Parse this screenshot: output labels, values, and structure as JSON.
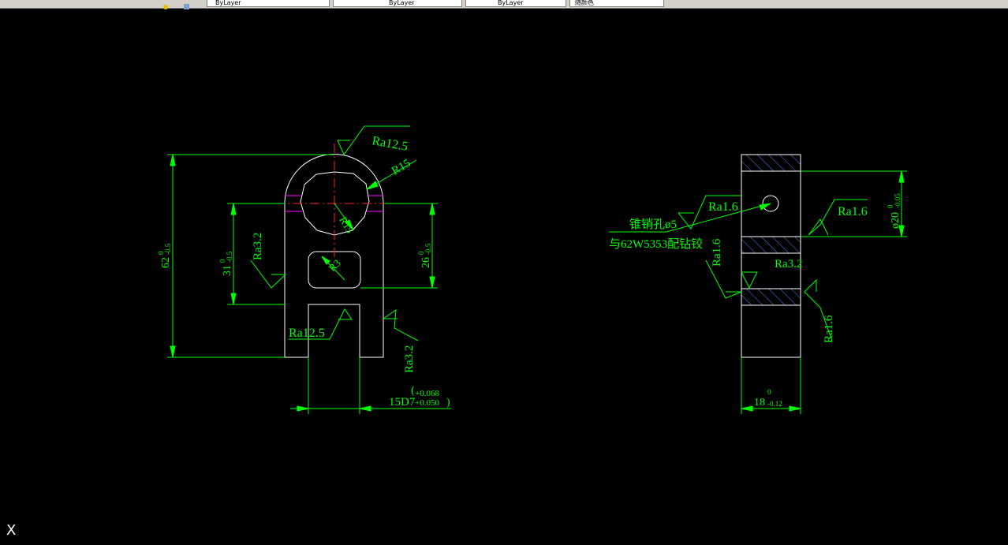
{
  "toolbar": {
    "layer_combo": "ByLayer",
    "linetype_combo": "ByLayer",
    "lineweight_combo": "ByLayer",
    "plotstyle_combo": "随颜色"
  },
  "front_view": {
    "surface_top": "Ra12.5",
    "radius_outer": "R15",
    "radius_inner": "R15",
    "radius_slot": "R3",
    "dim_height_62": "62",
    "dim_height_62_tol_upper": "0",
    "dim_height_62_tol_lower": "-0.5",
    "dim_31": "31",
    "dim_31_tol_upper": "0",
    "dim_31_tol_lower": "-0.5",
    "dim_26": "26",
    "dim_26_tol_upper": "0",
    "dim_26_tol_lower": "-0.5",
    "surface_left": "Ra3.2",
    "surface_slot": "Ra12.5",
    "surface_right": "Ra3.2",
    "dim_slot_width": "15D7",
    "dim_slot_tol_upper": "+0.068",
    "dim_slot_tol_lower": "+0.050"
  },
  "side_view": {
    "note_line1": "锥销孔ø5",
    "note_line2": "与62W5353配钻铰",
    "surface_hole": "Ra1.6",
    "surface_right_top": "Ra1.6",
    "surface_left_mid": "Ra1.6",
    "surface_mid": "Ra3.2",
    "surface_right_low": "Ra1.6",
    "dim_dia_20": "ø20",
    "dim_dia_20_tol_upper": "0",
    "dim_dia_20_tol_lower": "-0.05",
    "dim_width_18": "18",
    "dim_width_18_tol_upper": "0",
    "dim_width_18_tol_lower": "-0.12"
  },
  "ucs_label": "X"
}
